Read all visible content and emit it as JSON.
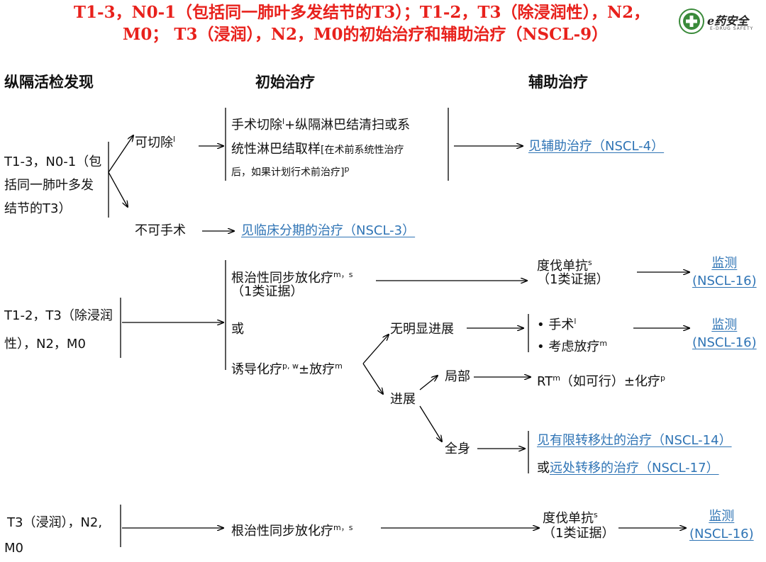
{
  "title": {
    "line1": "T1-3，N0-1（包括同一肺叶多发结节的T3）；T1-2，T3（除浸润性），N2，",
    "line2": "M0； T3（浸润），N2，M0的初始治疗和辅助治疗（NSCL-9）"
  },
  "logo": {
    "text": "e药安全",
    "subtext": "E-DRUG SAFETY"
  },
  "headers": {
    "col1": "纵隔活检发现",
    "col2": "初始治疗",
    "col3": "辅助治疗"
  },
  "section1": {
    "finding_line1": "T1-3，N0-1（包",
    "finding_line2": "括同一肺叶多发",
    "finding_line3": "结节的T3）",
    "resectable": "可切除",
    "resectable_sup": "l",
    "unresectable": "不可手术",
    "surgery_line1": "手术切除",
    "surgery_sup": "l",
    "surgery_line1b": "+纵隔淋巴结清扫或系",
    "surgery_line2": "统性淋巴结取样",
    "surgery_note2": "[在术前系统性治疗",
    "surgery_note3": "后，如果计划行术前治疗]",
    "surgery_note3_sup": "p",
    "adjuvant_link": "见辅助治疗（NSCL-4）",
    "clinical_link": "见临床分期的治疗（NSCL-3）"
  },
  "section2": {
    "finding_line1": "T1-2，T3（除浸润",
    "finding_line2": "性），N2，M0",
    "definitive": "根治性同步放化疗",
    "definitive_sup": "m，s",
    "definitive_evidence": "（1类证据）",
    "or": "或",
    "induction": "诱导化疗",
    "induction_sup": "p, w",
    "induction_b": "±放疗",
    "induction_b_sup": "m",
    "durvalumab": "度伐单抗",
    "durvalumab_sup": "s",
    "durvalumab_evidence": "（1类证据）",
    "monitor1_line1": "监测",
    "monitor1_line2": "(NSCL-16)",
    "no_progression": "无明显进展",
    "surgery_bullet": "• 手术",
    "surgery_bullet_sup": "l",
    "rt_bullet": "• 考虑放疗",
    "rt_bullet_sup": "m",
    "monitor2_line1": "监测",
    "monitor2_line2": "(NSCL-16)",
    "progression": "进展",
    "local": "局部",
    "local_tx": "RT",
    "local_tx_sup": "m",
    "local_tx_b": "（如可行）±化疗",
    "local_tx_b_sup": "p",
    "systemic": "全身",
    "oligo_link": "见有限转移灶的治疗（NSCL-14）",
    "or2": "或",
    "distant_link": "远处转移的治疗（NSCL-17）"
  },
  "section3": {
    "finding_line1": "T3（浸润），N2,",
    "finding_line2": "M0",
    "definitive": "根治性同步放化疗",
    "definitive_sup": "m，s",
    "durvalumab": "度伐单抗",
    "durvalumab_sup": "s",
    "durvalumab_evidence": "（1类证据）",
    "monitor_line1": "监测",
    "monitor_line2": "(NSCL-16)"
  }
}
